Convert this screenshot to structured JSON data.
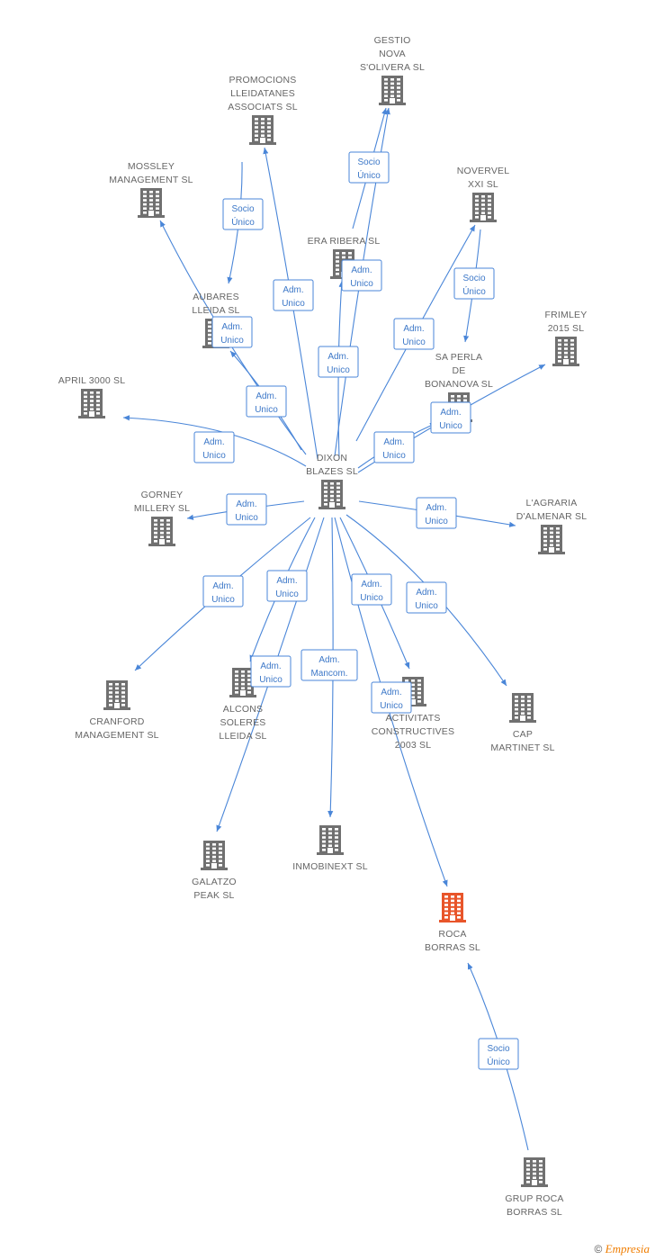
{
  "colors": {
    "edge": "#4a86d8",
    "node": "#707070",
    "focus_node": "#e8552a"
  },
  "nodes": [
    {
      "id": "gestio",
      "lines": [
        "GESTIO",
        "NOVA",
        "S'OLIVERA SL"
      ],
      "icon": "building-icon"
    },
    {
      "id": "promocions",
      "lines": [
        "PROMOCIONS",
        "LLEIDATANES",
        "ASSOCIATS SL"
      ],
      "icon": "building-icon"
    },
    {
      "id": "mossley",
      "lines": [
        "MOSSLEY",
        "MANAGEMENT SL"
      ],
      "icon": "building-icon"
    },
    {
      "id": "novervel",
      "lines": [
        "NOVERVEL",
        "XXI SL"
      ],
      "icon": "building-icon"
    },
    {
      "id": "era",
      "lines": [
        "ERA RIBERA SL"
      ],
      "icon": "building-icon"
    },
    {
      "id": "aubares",
      "lines": [
        "AUBARES",
        "LLEIDA SL"
      ],
      "icon": "building-icon"
    },
    {
      "id": "frimley",
      "lines": [
        "FRIMLEY",
        "2015  SL"
      ],
      "icon": "building-icon"
    },
    {
      "id": "saperla",
      "lines": [
        "SA PERLA",
        "DE",
        "BONANOVA SL"
      ],
      "icon": "building-icon"
    },
    {
      "id": "april",
      "lines": [
        "APRIL 3000 SL"
      ],
      "icon": "building-icon"
    },
    {
      "id": "dixon",
      "lines": [
        "DIXON",
        "BLAZES SL"
      ],
      "icon": "building-icon"
    },
    {
      "id": "gorney",
      "lines": [
        "GORNEY",
        "MILLERY SL"
      ],
      "icon": "building-icon"
    },
    {
      "id": "agraria",
      "lines": [
        "L'AGRARIA",
        "D'ALMENAR SL"
      ],
      "icon": "building-icon"
    },
    {
      "id": "cranford",
      "lines": [
        "CRANFORD",
        "MANAGEMENT SL"
      ],
      "icon": "building-icon"
    },
    {
      "id": "alcons",
      "lines": [
        "ALCONS",
        "SOLERES",
        "LLEIDA SL"
      ],
      "icon": "building-icon"
    },
    {
      "id": "activitats",
      "lines": [
        "ACTIVITATS",
        "CONSTRUCTIVES",
        "2003 SL"
      ],
      "icon": "building-icon"
    },
    {
      "id": "cap",
      "lines": [
        "CAP",
        "MARTINET SL"
      ],
      "icon": "building-icon"
    },
    {
      "id": "galatzo",
      "lines": [
        "GALATZO",
        "PEAK SL"
      ],
      "icon": "building-icon"
    },
    {
      "id": "inmobinext",
      "lines": [
        "INMOBINEXT  SL"
      ],
      "icon": "building-icon"
    },
    {
      "id": "roca",
      "lines": [
        "ROCA",
        "BORRAS SL"
      ],
      "icon": "building-icon",
      "focus": true
    },
    {
      "id": "grup",
      "lines": [
        "GRUP ROCA",
        "BORRAS SL"
      ],
      "icon": "building-icon"
    }
  ],
  "edges": [
    {
      "from": "dixon",
      "to": "promocions",
      "label": [
        "Adm.",
        "Unico"
      ]
    },
    {
      "from": "promocions",
      "to": "aubares",
      "label": [
        "Socio",
        "Único"
      ]
    },
    {
      "from": "dixon",
      "to": "mossley",
      "label": [
        "Adm.",
        "Unico"
      ]
    },
    {
      "from": "dixon",
      "to": "gestio",
      "label": [
        "Adm.",
        "Unico"
      ]
    },
    {
      "from": "era",
      "to": "gestio",
      "label": [
        "Socio",
        "Único"
      ]
    },
    {
      "from": "dixon",
      "to": "era",
      "label": [
        "Adm.",
        "Unico"
      ]
    },
    {
      "from": "dixon",
      "to": "aubares",
      "label": [
        "Adm.",
        "Unico"
      ]
    },
    {
      "from": "dixon",
      "to": "novervel",
      "label": [
        "Adm.",
        "Unico"
      ]
    },
    {
      "from": "novervel",
      "to": "saperla",
      "label": [
        "Socio",
        "Único"
      ]
    },
    {
      "from": "dixon",
      "to": "frimley",
      "label": [
        "Adm.",
        "Unico"
      ]
    },
    {
      "from": "dixon",
      "to": "saperla",
      "label": [
        "Adm.",
        "Unico"
      ]
    },
    {
      "from": "dixon",
      "to": "april",
      "label": [
        "Adm.",
        "Unico"
      ]
    },
    {
      "from": "dixon",
      "to": "gorney",
      "label": [
        "Adm.",
        "Unico"
      ]
    },
    {
      "from": "dixon",
      "to": "agraria",
      "label": [
        "Adm.",
        "Unico"
      ]
    },
    {
      "from": "dixon",
      "to": "cranford",
      "label": [
        "Adm.",
        "Unico"
      ]
    },
    {
      "from": "dixon",
      "to": "alcons",
      "label": [
        "Adm.",
        "Unico"
      ]
    },
    {
      "from": "dixon",
      "to": "galatzo",
      "label": [
        "Adm.",
        "Unico"
      ]
    },
    {
      "from": "dixon",
      "to": "inmobinext",
      "label": [
        "Adm.",
        "Mancom."
      ]
    },
    {
      "from": "dixon",
      "to": "activitats",
      "label": [
        "Adm.",
        "Unico"
      ]
    },
    {
      "from": "dixon",
      "to": "roca",
      "label": [
        "Adm.",
        "Unico"
      ]
    },
    {
      "from": "dixon",
      "to": "cap",
      "label": [
        "Adm.",
        "Unico"
      ]
    },
    {
      "from": "grup",
      "to": "roca",
      "label": [
        "Socio",
        "Único"
      ]
    }
  ],
  "watermark": {
    "symbol": "©",
    "brand": "Empresia"
  }
}
